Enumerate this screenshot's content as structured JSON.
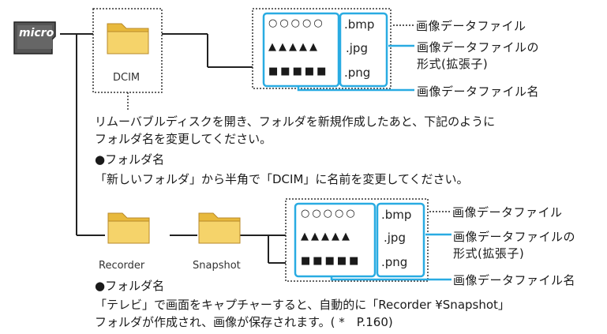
{
  "sd_card": {
    "label": "micro"
  },
  "top": {
    "folder_name": "DCIM",
    "pattern_circles": "○○○○○",
    "pattern_triangles": "▲▲▲▲▲",
    "pattern_squares": "■■■■■",
    "ext_bmp": ".bmp",
    "ext_jpg": ".jpg",
    "ext_png": ".png",
    "callout_file": "画像データファイル",
    "callout_format_line1": "画像データファイルの",
    "callout_format_line2": "形式(拡張子)",
    "callout_name": "画像データファイル名"
  },
  "text": {
    "para1_line1": "リムーバブルディスクを開き、フォルダを新規作成したあと、下記のように",
    "para1_line2": "フォルダ名を変更してください。",
    "heading1": "●フォルダ名",
    "line1": "「新しいフォルダ」から半角で「DCIM」に名前を変更してください。"
  },
  "bottom": {
    "folder1_name": "Recorder",
    "folder2_name": "Snapshot",
    "pattern_circles": "○○○○○",
    "pattern_triangles": "▲▲▲▲▲",
    "pattern_squares": "■■■■■",
    "ext_bmp": ".bmp",
    "ext_jpg": ".jpg",
    "ext_png": ".png",
    "callout_file": "画像データファイル",
    "callout_format_line1": "画像データファイルの",
    "callout_format_line2": "形式(拡張子)",
    "callout_name": "画像データファイル名",
    "heading": "●フォルダ名",
    "line1": "「テレビ」で画面をキャプチャーすると、自動的に「Recorder ¥Snapshot」",
    "line2": "フォルダが作成され、画像が保存されます。( *　P.160)"
  },
  "colors": {
    "accent": "#29abe2",
    "folder": "#f2c94c",
    "line": "#222222"
  }
}
